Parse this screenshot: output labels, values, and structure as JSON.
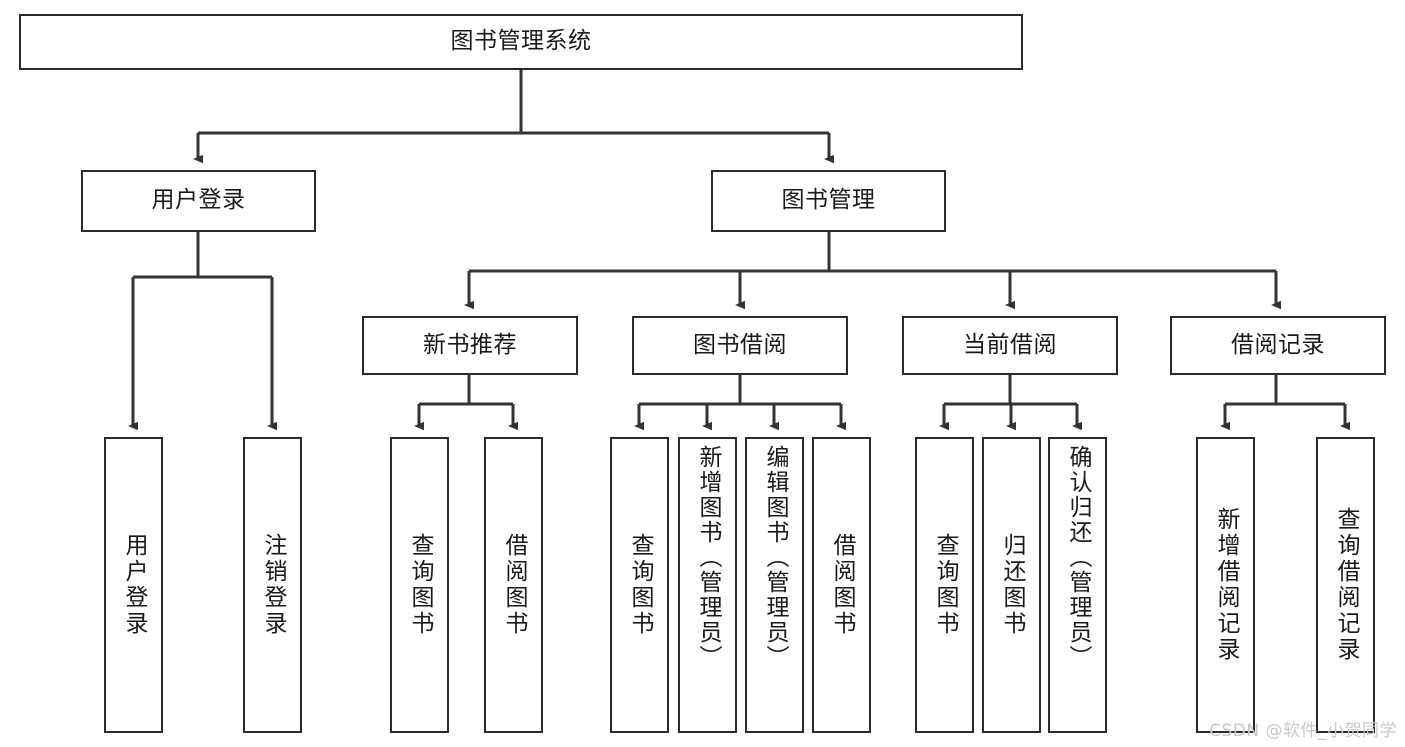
{
  "diagram": {
    "title": "图书管理系统",
    "type": "tree-hierarchy-diagram",
    "root": {
      "id": "root",
      "label": "图书管理系统"
    },
    "level2": [
      {
        "id": "user-login",
        "label": "用户登录"
      },
      {
        "id": "book-manage",
        "label": "图书管理"
      }
    ],
    "level3": [
      {
        "id": "new-book-recommend",
        "label": "新书推荐",
        "parent": "book-manage"
      },
      {
        "id": "book-borrow",
        "label": "图书借阅",
        "parent": "book-manage"
      },
      {
        "id": "current-borrow",
        "label": "当前借阅",
        "parent": "book-manage"
      },
      {
        "id": "borrow-record",
        "label": "借阅记录",
        "parent": "book-manage"
      }
    ],
    "leaves": [
      {
        "id": "leaf-user-login",
        "label": "用户登录",
        "parent": "user-login"
      },
      {
        "id": "leaf-user-logout",
        "label": "注销登录",
        "parent": "user-login"
      },
      {
        "id": "leaf-query-book-rec",
        "label": "查询图书",
        "parent": "new-book-recommend"
      },
      {
        "id": "leaf-borrow-book-rec",
        "label": "借阅图书",
        "parent": "new-book-recommend"
      },
      {
        "id": "leaf-query-book-borrow",
        "label": "查询图书",
        "parent": "book-borrow"
      },
      {
        "id": "leaf-add-book",
        "label": "新增图书（管理员）",
        "parent": "book-borrow"
      },
      {
        "id": "leaf-edit-book",
        "label": "编辑图书（管理员）",
        "parent": "book-borrow"
      },
      {
        "id": "leaf-borrow-book",
        "label": "借阅图书",
        "parent": "book-borrow"
      },
      {
        "id": "leaf-query-book-current",
        "label": "查询图书",
        "parent": "current-borrow"
      },
      {
        "id": "leaf-return-book",
        "label": "归还图书",
        "parent": "current-borrow"
      },
      {
        "id": "leaf-confirm-return",
        "label": "确认归还（管理员）",
        "parent": "current-borrow"
      },
      {
        "id": "leaf-add-record",
        "label": "新增借阅记录",
        "parent": "borrow-record"
      },
      {
        "id": "leaf-query-record",
        "label": "查询借阅记录",
        "parent": "borrow-record"
      }
    ],
    "watermark": "CSDN @软件_小贺同学",
    "colors": {
      "border": "#2b2b2b",
      "text": "#1a1a1a",
      "background": "#ffffff",
      "connector": "#333333",
      "watermark": "#c8c8c8"
    }
  }
}
